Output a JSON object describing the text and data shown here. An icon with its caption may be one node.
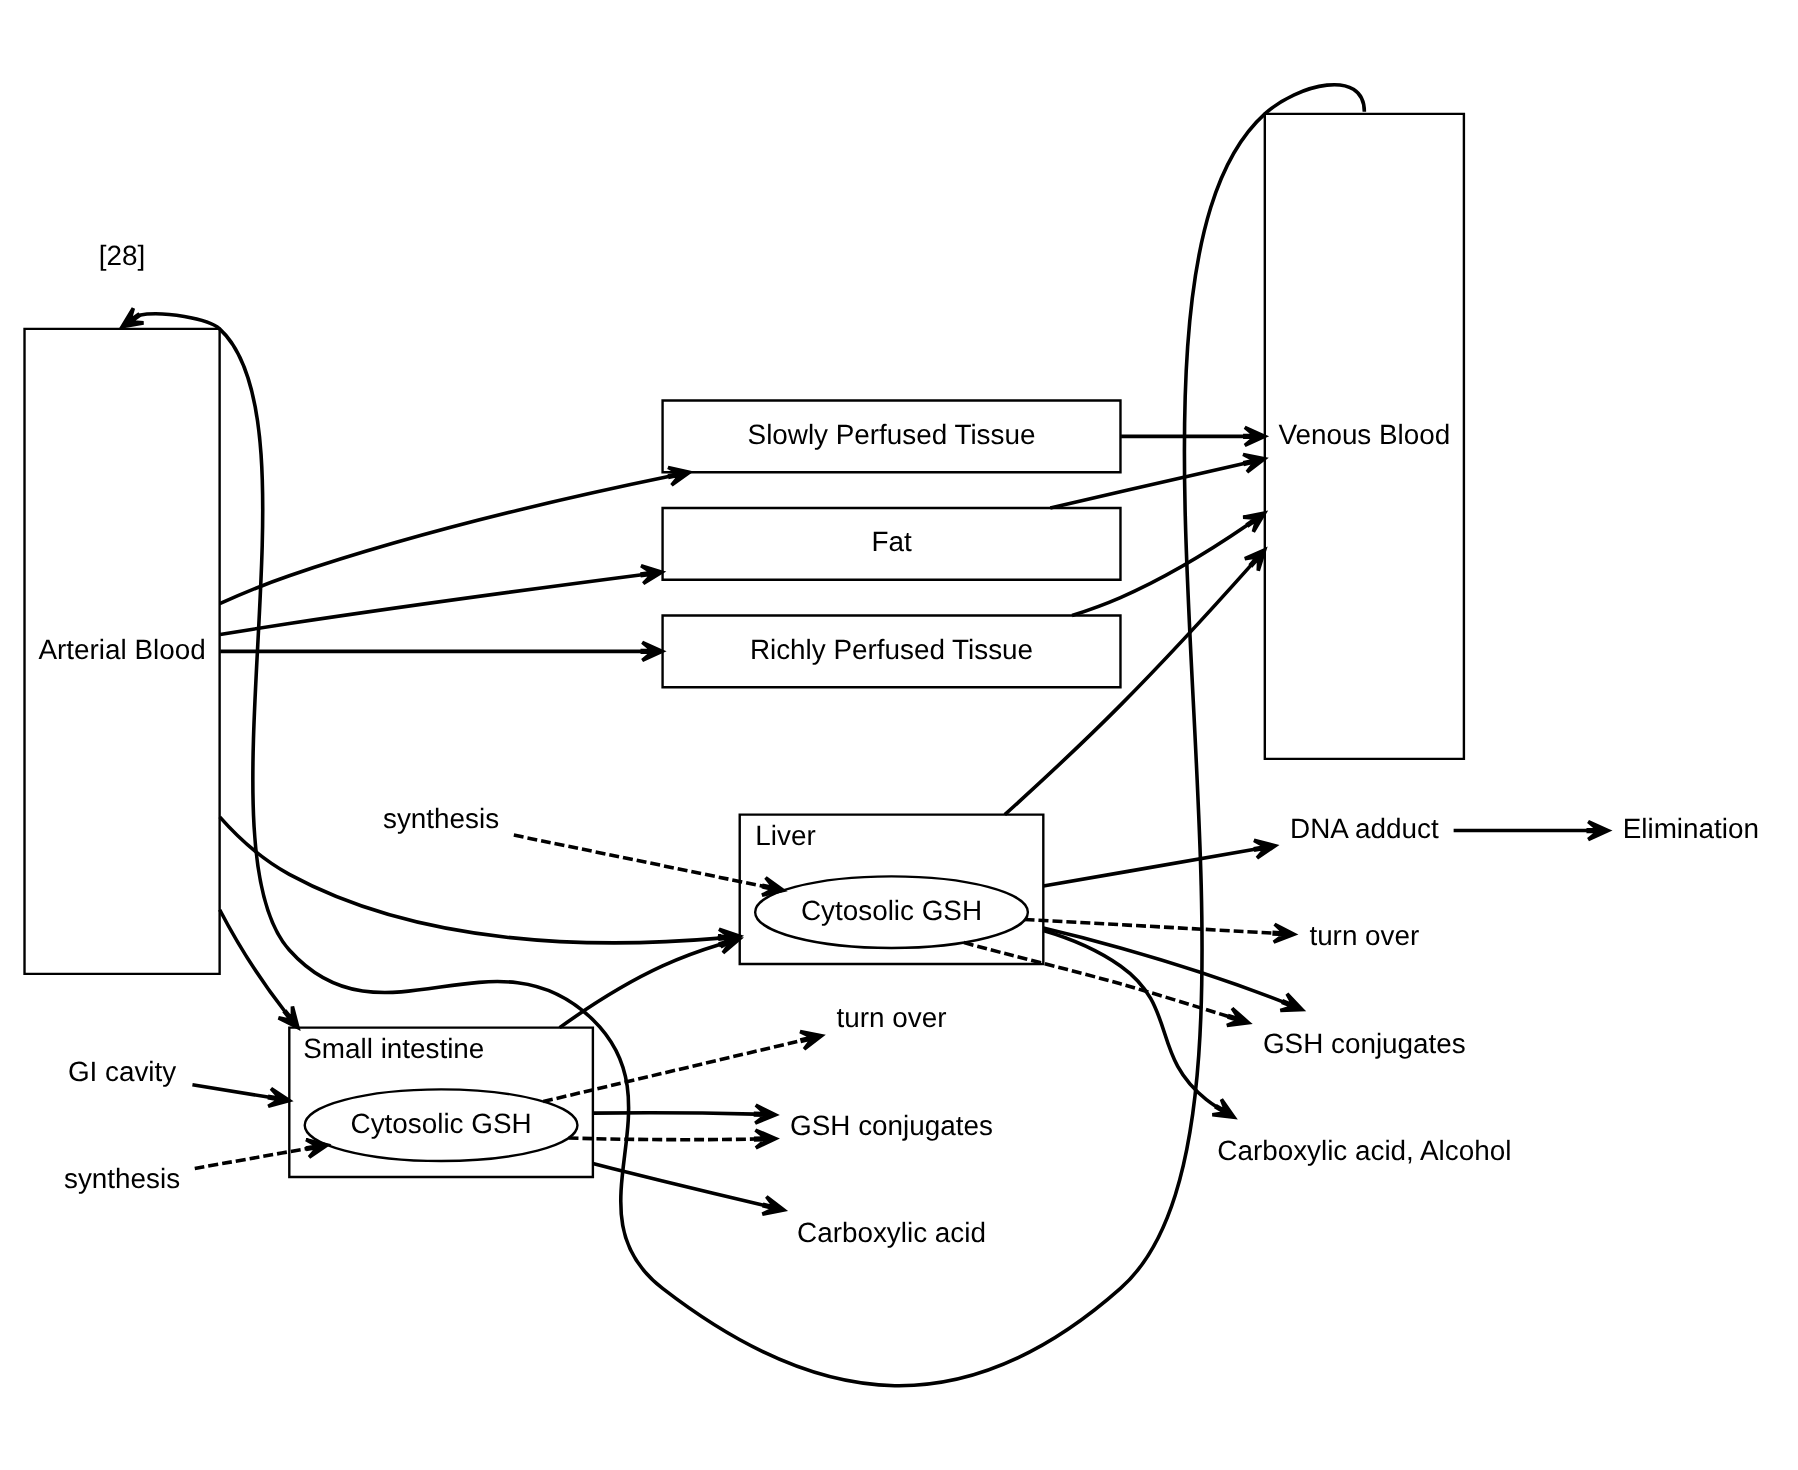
{
  "diagram": {
    "nodes": [
      {
        "text": [
          "Arterial Blood"
        ]
      },
      {
        "text": [
          "Venous Blood"
        ]
      },
      {
        "text": [
          "Fat"
        ]
      },
      {
        "text": [
          "Richly Perfused Tissue"
        ]
      },
      {
        "text": [
          "Slowly Perfused Tissue"
        ]
      },
      {
        "text": [
          "Liver"
        ]
      },
      {
        "text": [
          "Cytosolic GSH"
        ],
        "in": 5
      },
      {
        "text": [
          "synthesis"
        ]
      },
      {
        "text": [
          "turn over"
        ]
      },
      {
        "text": [
          "Small intestine"
        ]
      },
      {
        "text": [
          "Cytosolic GSH"
        ],
        "in": 9
      },
      {
        "text": [
          "synthesis"
        ]
      },
      {
        "text": [
          "turn over"
        ]
      },
      {
        "text": [
          "GI cavity"
        ]
      },
      {
        "text": [
          "GSH conjugates"
        ]
      },
      {
        "text": [
          "Carboxylic acid"
        ]
      },
      {
        "text": [
          "GSH conjugates"
        ]
      },
      {
        "text": [
          "Carboxylic acid, Alcohol"
        ]
      },
      {
        "text": [
          "DNA adduct"
        ]
      },
      {
        "text": [
          "Elimination"
        ]
      }
    ],
    "edges": [
      {
        "from": 1,
        "to": 0,
        "arrow": "to"
      },
      {
        "from": 0,
        "to": 2,
        "arrow": "to"
      },
      {
        "from": 0,
        "to": 3,
        "arrow": "to"
      },
      {
        "from": 0,
        "to": 4,
        "arrow": "to"
      },
      {
        "from": 0,
        "to": 5,
        "arrow": "to"
      },
      {
        "from": 0,
        "to": 9,
        "arrow": "to"
      },
      {
        "from": 2,
        "to": 1,
        "arrow": "to"
      },
      {
        "from": 3,
        "to": 1,
        "arrow": "to"
      },
      {
        "from": 4,
        "to": 1,
        "arrow": "to"
      },
      {
        "from": 5,
        "to": 1,
        "arrow": "to"
      },
      {
        "from": 9,
        "to": 5,
        "arrow": "to"
      },
      {
        "from": 7,
        "to": 6,
        "arrow": "to",
        "style": "dashed"
      },
      {
        "from": 6,
        "to": 8,
        "arrow": "to",
        "style": "dashed"
      },
      {
        "from": 11,
        "to": 10,
        "arrow": "to",
        "style": "dashed"
      },
      {
        "from": 10,
        "to": 12,
        "arrow": "to",
        "style": "dashed"
      },
      {
        "from": 13,
        "to": 9,
        "arrow": "to"
      },
      {
        "from": 6,
        "to": 16,
        "arrow": "to",
        "style": "dashed"
      },
      {
        "from": 5,
        "to": 16,
        "arrow": "to"
      },
      {
        "from": 5,
        "to": 17,
        "arrow": "to"
      },
      {
        "from": 5,
        "to": 18,
        "arrow": "to"
      },
      {
        "from": 18,
        "to": 19,
        "arrow": "to"
      },
      {
        "from": 10,
        "to": 14,
        "arrow": "to",
        "style": "dashed"
      },
      {
        "from": 9,
        "to": 14,
        "arrow": "to"
      },
      {
        "from": 9,
        "to": 15,
        "arrow": "to"
      }
    ],
    "labels": [
      "[28]"
    ]
  }
}
